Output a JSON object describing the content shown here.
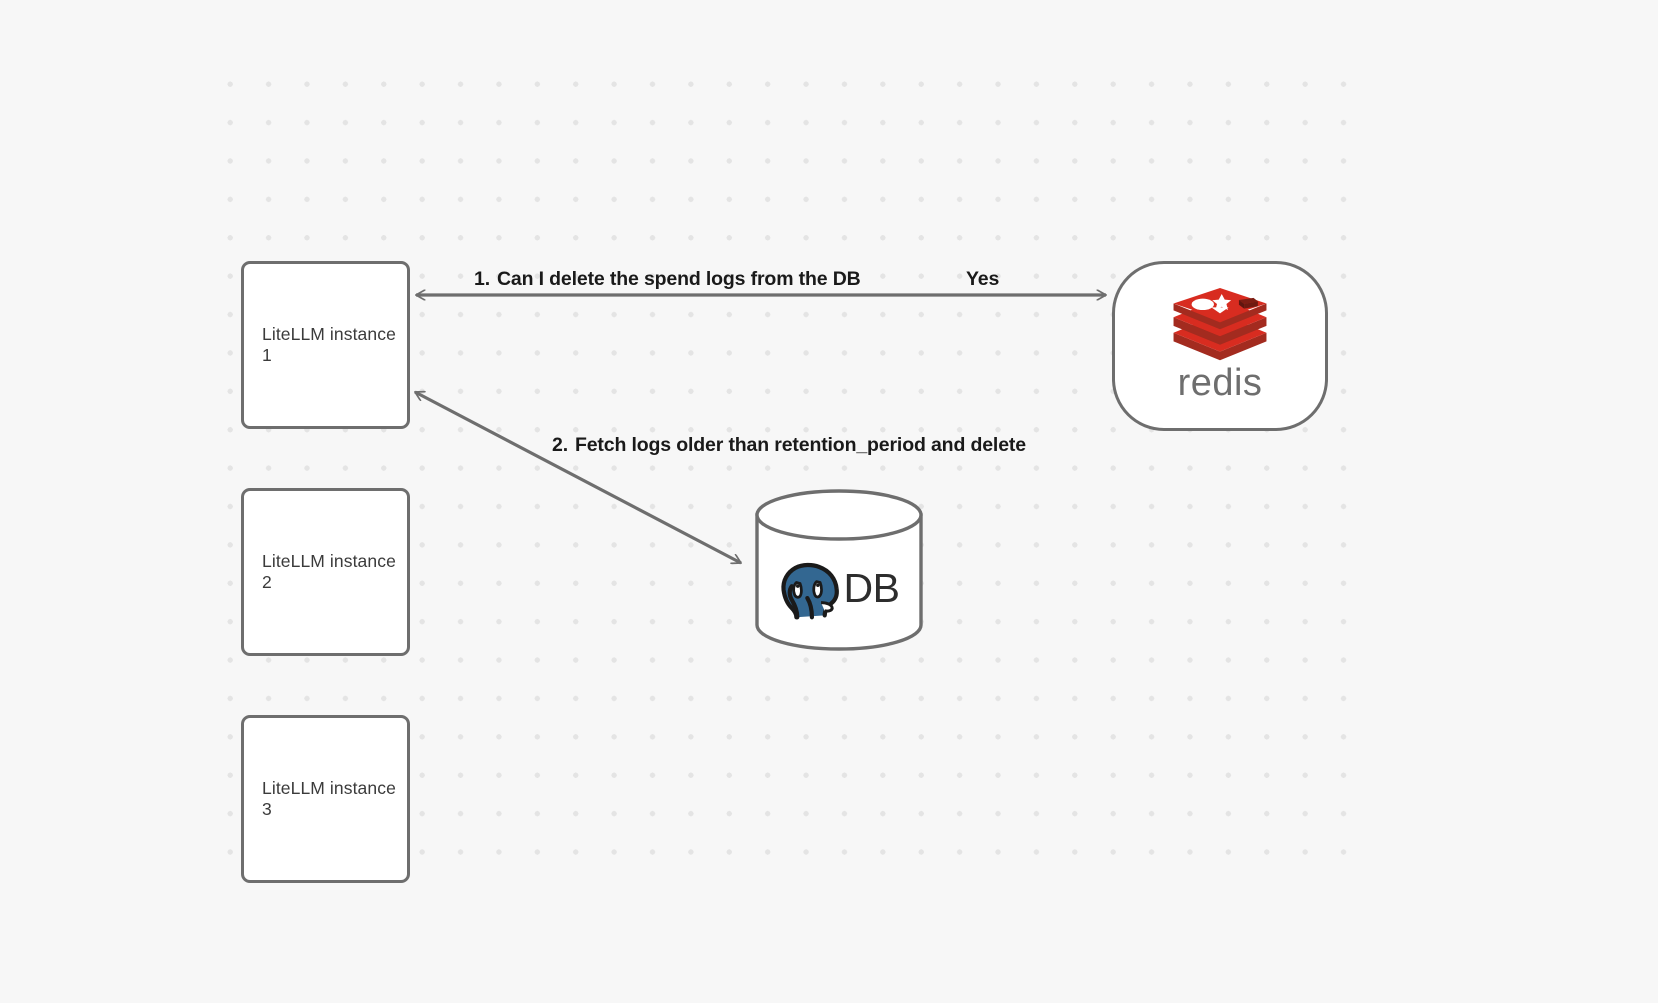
{
  "canvas": {
    "background_color": "#f7f7f7",
    "grid_dot_color": "#e4e4e4",
    "node_border_color": "#6e6e6e",
    "edge_color": "#6e6e6e"
  },
  "nodes": [
    {
      "id": "litellm-1",
      "label": "LiteLLM instance 1",
      "shape": "rounded-rect"
    },
    {
      "id": "litellm-2",
      "label": "LiteLLM instance 2",
      "shape": "rounded-rect"
    },
    {
      "id": "litellm-3",
      "label": "LiteLLM instance 3",
      "shape": "rounded-rect"
    },
    {
      "id": "redis",
      "label": "redis",
      "shape": "pill",
      "brand_color": "#d82c20"
    },
    {
      "id": "database",
      "label": "DB",
      "shape": "cylinder",
      "brand_color": "#336791"
    }
  ],
  "litellm_1": {
    "label": "LiteLLM instance 1"
  },
  "litellm_2": {
    "label": "LiteLLM instance 2"
  },
  "litellm_3": {
    "label": "LiteLLM instance 3"
  },
  "redis": {
    "wordmark": "redis"
  },
  "database": {
    "label": "DB"
  },
  "edges": [
    {
      "id": "edge-1",
      "from": "litellm-1",
      "to": "redis",
      "direction": "bidirectional",
      "step_number": "1.",
      "label": "Can I delete the spend logs from the DB",
      "reply_label": "Yes"
    },
    {
      "id": "edge-2",
      "from": "litellm-1",
      "to": "database",
      "direction": "bidirectional",
      "step_number": "2.",
      "label": "Fetch logs older than retention_period and delete"
    }
  ],
  "labels": {
    "step_1_number": "1.",
    "step_1_text": "Can I delete the spend logs from the DB",
    "yes": "Yes",
    "step_2_number": "2.",
    "step_2_text": "Fetch logs older than retention_period and delete"
  }
}
